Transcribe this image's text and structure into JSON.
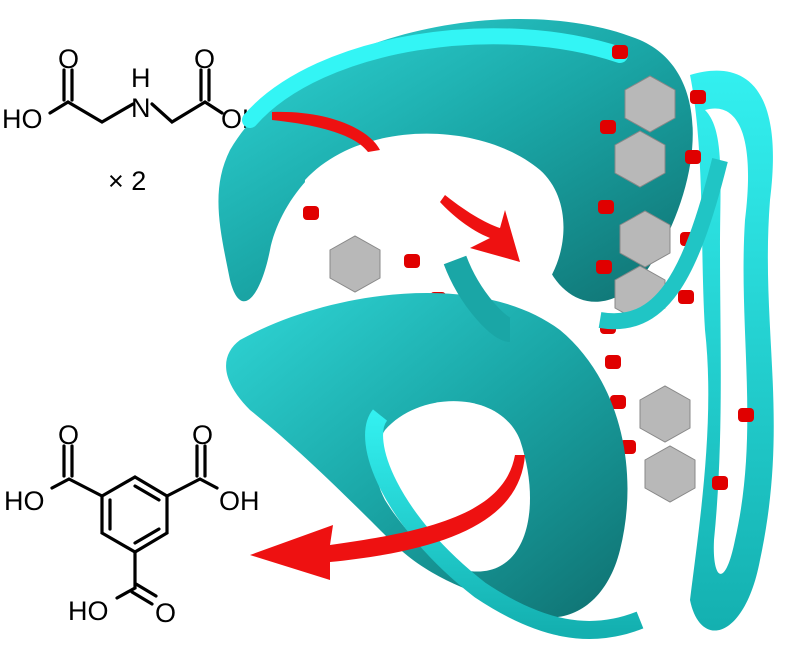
{
  "iminodiacetic_acid": {
    "left_hydroxyl": "HO",
    "left_carbonyl_oxygen": "O",
    "amine_nitrogen": "N",
    "amine_hydrogen": "H",
    "right_carbonyl_oxygen": "O",
    "right_hydroxyl": "OH",
    "multiplier": "× 2"
  },
  "trimesic_acid": {
    "left_hydroxyl": "HO",
    "left_carbonyl_oxygen": "O",
    "right_carbonyl_oxygen": "O",
    "right_hydroxyl": "OH",
    "bottom_hydroxyl": "HO",
    "bottom_carbonyl_oxygen": "O"
  },
  "colors": {
    "cage": "#1fb5b5",
    "cage_light": "#22e0e0",
    "cage_dark": "#128080",
    "arrow": "#ee1111",
    "ligand": "#b8b8b8",
    "oxygen_cap": "#e00000"
  }
}
